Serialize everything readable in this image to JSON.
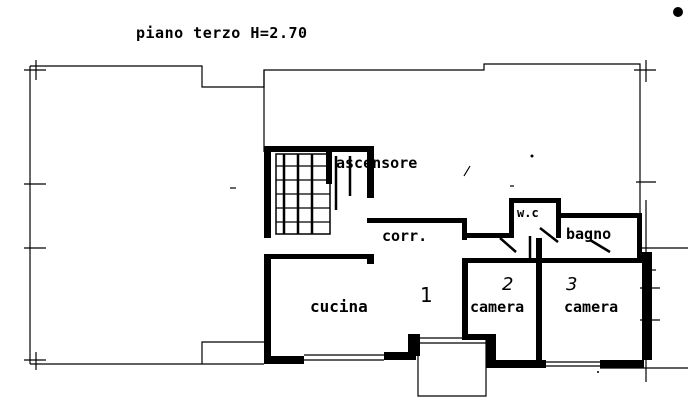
{
  "title": "piano terzo H=2.70",
  "rooms": {
    "ascensore": "ascensore",
    "corr": "corr.",
    "wc": "w.c",
    "bagno": "bagno",
    "cucina": "cucina",
    "camera_2": "camera",
    "camera_3": "camera"
  },
  "numbers": {
    "n1": "1",
    "n2": "2",
    "n3": "3"
  }
}
